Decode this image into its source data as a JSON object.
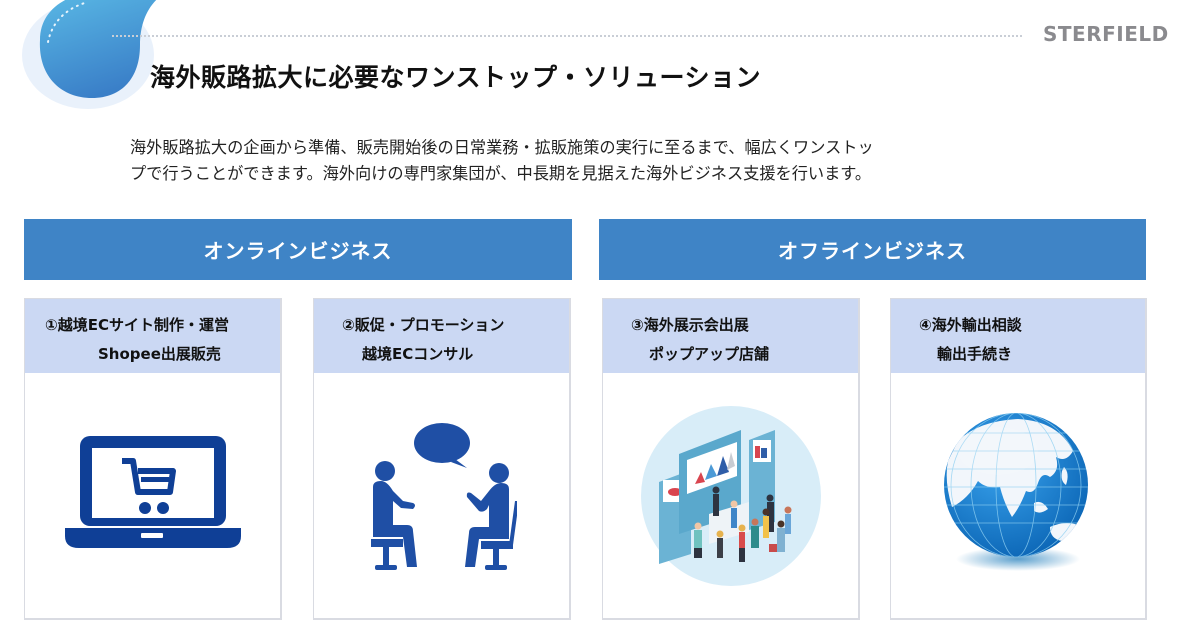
{
  "brand": {
    "logo_text": "STERFIELD",
    "accent": "#3f84c6",
    "card_header_bg": "#cbd8f3",
    "icon_blue": "#0f3f96"
  },
  "page": {
    "title": "海外販路拡大に必要なワンストップ・ソリューション",
    "intro_line1": "海外販路拡大の企画から準備、販売開始後の日常業務・拡販施策の実行に至るまで、幅広くワンストッ",
    "intro_line2": "プで行うことができます。海外向けの専門家集団が、中長期を見据えた海外ビジネス支援を行います。"
  },
  "sections": [
    {
      "label": "オンラインビジネス"
    },
    {
      "label": "オフラインビジネス"
    }
  ],
  "cards": [
    {
      "line1": "①越境ECサイト制作・運営",
      "line2": "Shopee出展販売",
      "icon": "laptop-cart-icon"
    },
    {
      "line1": "②販促・プロモーション",
      "line2": "越境ECコンサル",
      "icon": "consultation-icon"
    },
    {
      "line1": "③海外展示会出展",
      "line2": "ポップアップ店舗",
      "icon": "exhibition-illustration"
    },
    {
      "line1": "④海外輸出相談",
      "line2": "輸出手続き",
      "icon": "globe-icon"
    }
  ]
}
